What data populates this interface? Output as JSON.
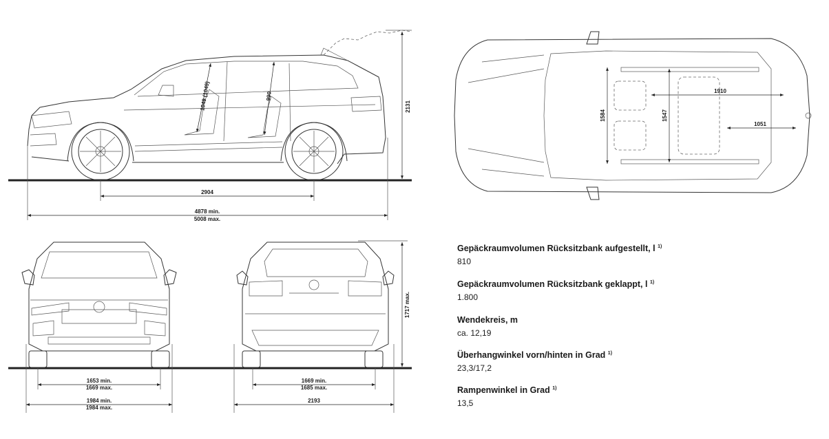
{
  "dimensions": {
    "side_height": "2131",
    "side_wheelbase": "2904",
    "side_length_min": "4878 min.",
    "side_length_max": "5008 max.",
    "side_headroom_front": "1049 (1049)",
    "side_headroom_rear": "990",
    "top_width_1910": "1910",
    "top_width_1547": "1547",
    "top_width_1584": "1584",
    "top_width_1051": "1051",
    "front_track_min": "1653 min.",
    "front_track_max": "1669 max.",
    "front_width_min": "1984 min.",
    "front_width_max": "1984 max.",
    "rear_track_min": "1669 min.",
    "rear_track_max": "1685 max.",
    "rear_width": "2193",
    "rear_height": "1717 max."
  },
  "specs": [
    {
      "label": "Gepäckraumvolumen  Rücksitzbank aufgestellt, l",
      "footnote": "1)",
      "value": "810"
    },
    {
      "label": "Gepäckraumvolumen Rücksitzbank geklappt, l",
      "footnote": "1)",
      "value": "1.800"
    },
    {
      "label": "Wendekreis, m",
      "footnote": "",
      "value": "ca. 12,19"
    },
    {
      "label": "Überhangwinkel vorn/hinten in Grad",
      "footnote": "1)",
      "value": "23,3/17,2"
    },
    {
      "label": "Rampenwinkel in Grad",
      "footnote": "1)",
      "value": "13,5"
    }
  ]
}
